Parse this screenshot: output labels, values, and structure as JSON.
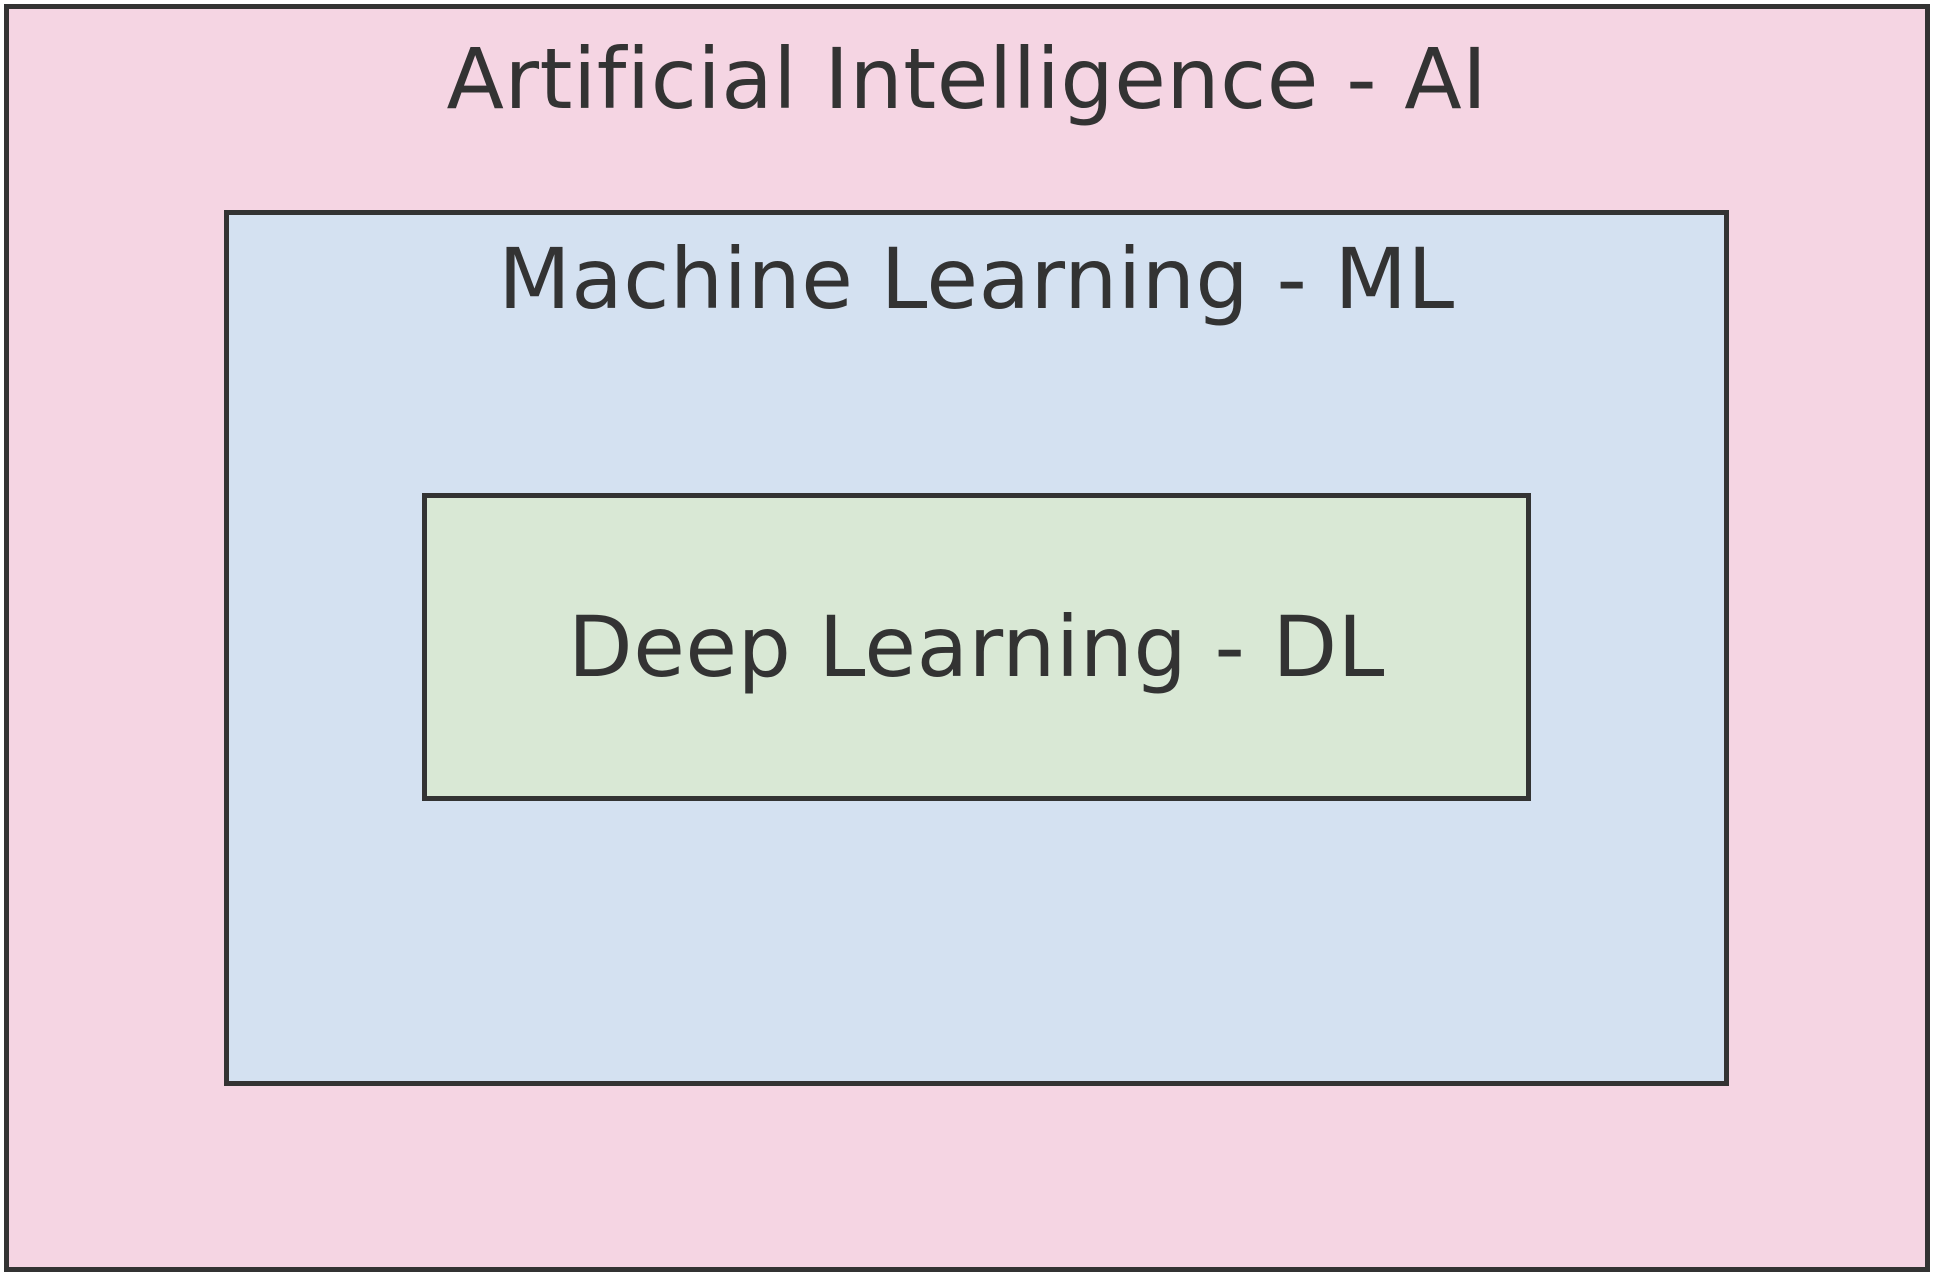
{
  "diagram": {
    "outer": {
      "label": "Artificial Intelligence - AI",
      "fill": "#f5d5e3"
    },
    "middle": {
      "label": "Machine Learning - ML",
      "fill": "#d4e1f1"
    },
    "inner": {
      "label": "Deep Learning - DL",
      "fill": "#d9e8d5"
    },
    "border_color": "#333333",
    "text_color": "#333333"
  }
}
